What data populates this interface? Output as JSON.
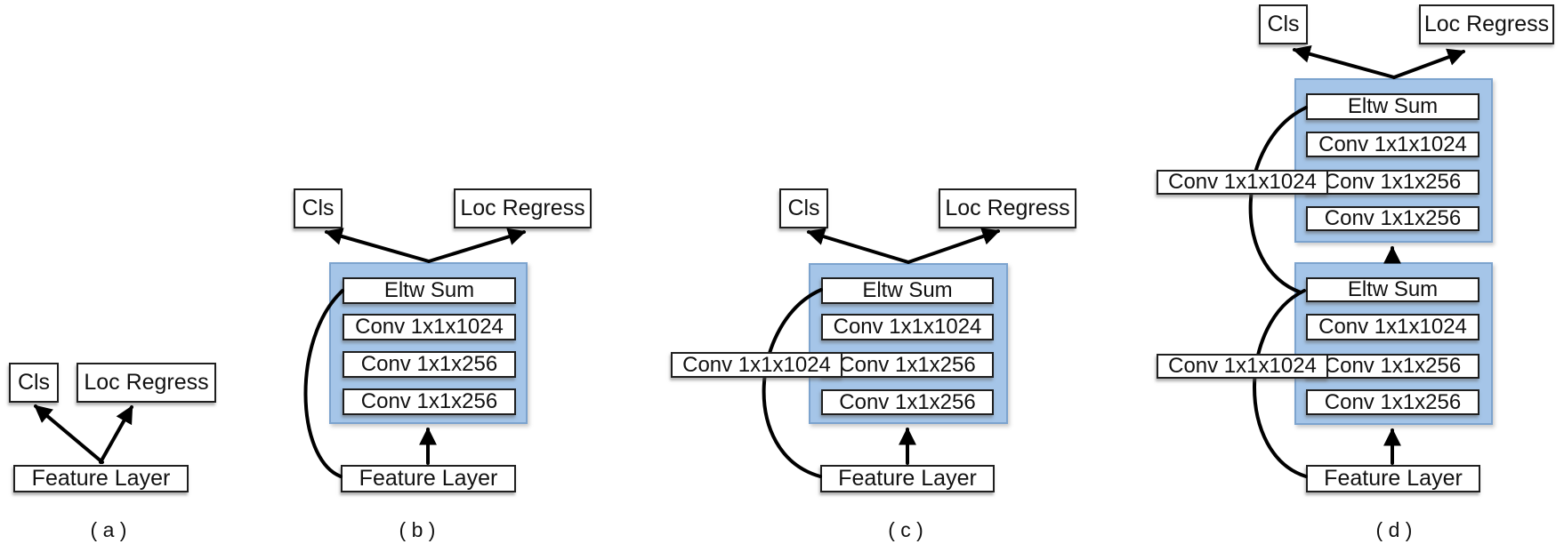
{
  "figure": {
    "description": "Four detection-head architecture variants diagram"
  },
  "colors": {
    "block_fill": "#A5C5E8",
    "block_border": "#7CA3CE",
    "box_border": "#1F1F1F",
    "arrow": "#000000"
  },
  "panels": {
    "a": {
      "caption": "( a )",
      "cls": "Cls",
      "loc": "Loc Regress",
      "feature": "Feature Layer"
    },
    "b": {
      "caption": "( b )",
      "cls": "Cls",
      "loc": "Loc Regress",
      "feature": "Feature Layer",
      "block_rows": [
        "Eltw Sum",
        "Conv 1x1x1024",
        "Conv 1x1x256",
        "Conv 1x1x256"
      ]
    },
    "c": {
      "caption": "( c )",
      "cls": "Cls",
      "loc": "Loc Regress",
      "feature": "Feature Layer",
      "side_conv": "Conv 1x1x1024",
      "block_rows": [
        "Eltw Sum",
        "Conv 1x1x1024",
        "Conv 1x1x256",
        "Conv 1x1x256"
      ]
    },
    "d": {
      "caption": "( d )",
      "cls": "Cls",
      "loc": "Loc Regress",
      "feature": "Feature Layer",
      "top_side_conv": "Conv 1x1x1024",
      "bottom_side_conv": "Conv 1x1x1024",
      "top_block_rows": [
        "Eltw Sum",
        "Conv 1x1x1024",
        "Conv 1x1x256",
        "Conv 1x1x256"
      ],
      "bottom_block_rows": [
        "Eltw Sum",
        "Conv 1x1x1024",
        "Conv 1x1x256",
        "Conv 1x1x256"
      ]
    }
  }
}
